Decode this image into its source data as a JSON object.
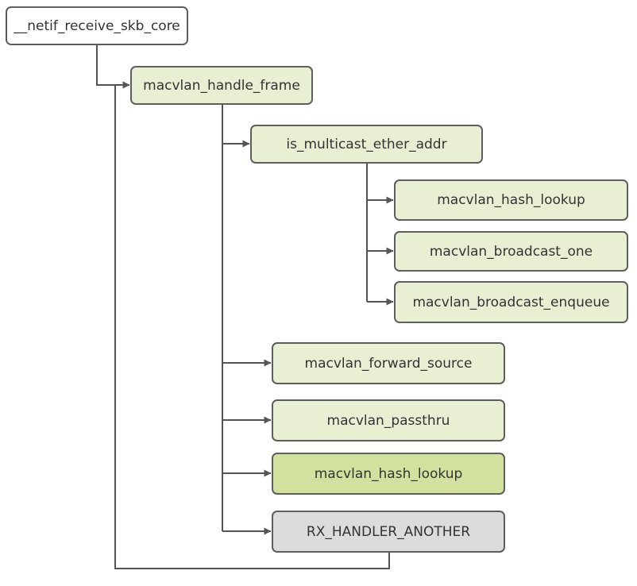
{
  "colors": {
    "root_fill": "#ffffff",
    "node_fill": "#e8efd2",
    "highlight_fill": "#d2e29e",
    "terminal_fill": "#dcdcdc",
    "border": "#5e5e5e",
    "connector": "#555555",
    "text": "#333333"
  },
  "nodes": {
    "root": {
      "label": "__netif_receive_skb_core"
    },
    "handle_frame": {
      "label": "macvlan_handle_frame"
    },
    "is_multicast": {
      "label": "is_multicast_ether_addr"
    },
    "mc_hash_lookup": {
      "label": "macvlan_hash_lookup"
    },
    "broadcast_one": {
      "label": "macvlan_broadcast_one"
    },
    "broadcast_enqueue": {
      "label": "macvlan_broadcast_enqueue"
    },
    "forward_source": {
      "label": "macvlan_forward_source"
    },
    "passthru": {
      "label": "macvlan_passthru"
    },
    "hash_lookup": {
      "label": "macvlan_hash_lookup"
    },
    "rx_handler_another": {
      "label": "RX_HANDLER_ANOTHER"
    }
  }
}
